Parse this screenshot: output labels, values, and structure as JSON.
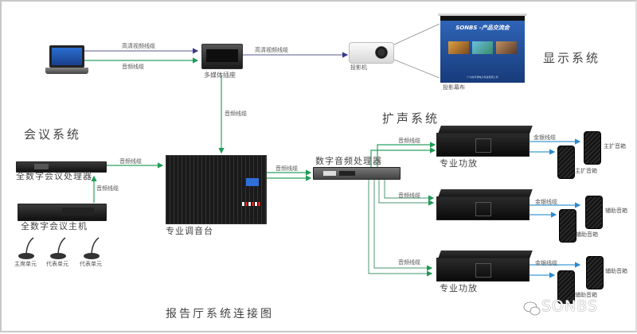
{
  "title": "报告厅系统连接图",
  "systems": {
    "display": "显示系统",
    "conference": "会议系统",
    "sound": "扩声系统"
  },
  "devices": {
    "laptop": "笔记本电脑",
    "multimedia_socket": "多媒体插座",
    "projector": "投影机",
    "projection_screen": "投影幕布",
    "conf_processor": "全数字会议处理器",
    "conf_host": "全数字会议主机",
    "chair_unit": "主席单元",
    "delegate_unit_1": "代表单元",
    "delegate_unit_2": "代表单元",
    "mixer": "专业调音台",
    "audio_processor": "数字音频处理器",
    "amp_1": "专业功放",
    "amp_3": "专业功放",
    "main_speaker_1": "主扩音箱",
    "main_speaker_2": "主扩音箱",
    "aux_speaker_1": "辅助音箱",
    "aux_speaker_2": "辅助音箱",
    "aux_speaker_3": "辅助音箱",
    "aux_speaker_4": "辅助音箱"
  },
  "screen_content": {
    "brand": "SONBS -产品交流会",
    "footer": "广州市声博电子科技有限公司"
  },
  "cables": {
    "hd_video_1": "高清视频线缆",
    "audio_laptop": "音频线缆",
    "hd_video_2": "高清视频线缆",
    "audio_socket_mixer": "音频线缆",
    "audio_proc_mixer": "音频线缆",
    "audio_host_proc": "音频线缆",
    "audio_mixer_dsp": "音频线缆",
    "audio_dsp_amp1": "音频线缆",
    "audio_dsp_amp2": "音频线缆",
    "audio_dsp_amp3": "音频线缆",
    "speaker_amp1": "金银线缆",
    "speaker_amp2": "金银线缆",
    "speaker_amp3": "金银线缆"
  },
  "colors": {
    "video_line": "#5a5a9a",
    "audio_line": "#2a9a5a",
    "speaker_line": "#3a9ad0"
  },
  "watermark": "SONBS"
}
